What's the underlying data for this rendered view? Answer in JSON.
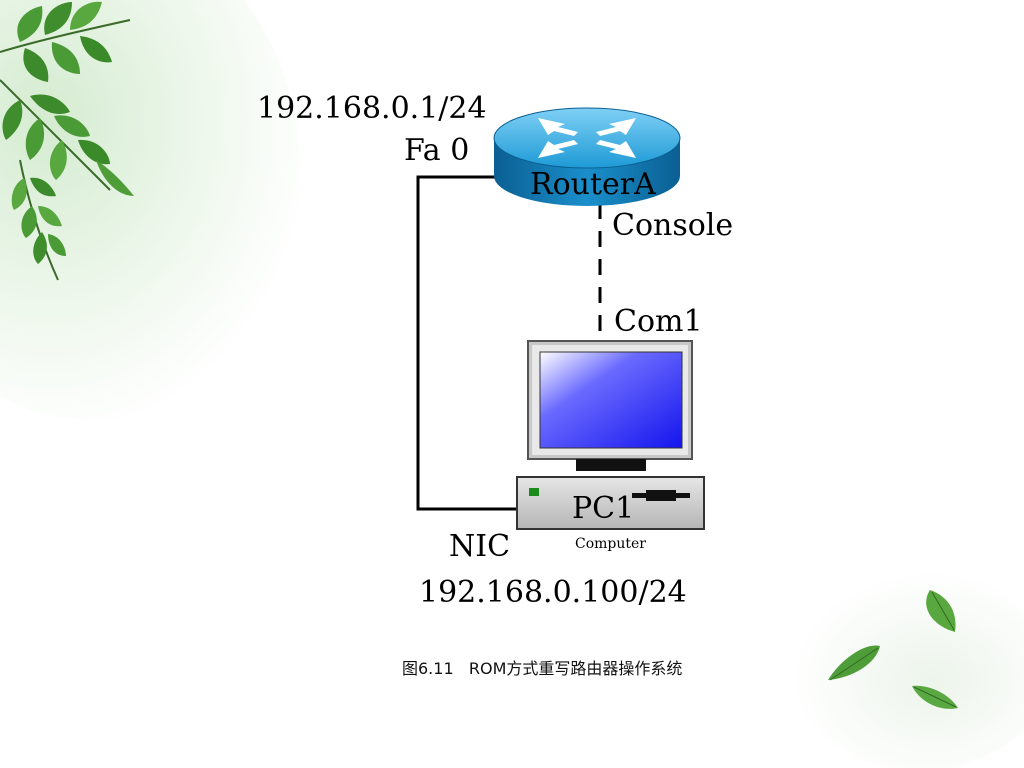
{
  "diagram": {
    "router": {
      "label": "RouterA",
      "interface": "Fa 0",
      "ip": "192.168.0.1/24",
      "console_label": "Console"
    },
    "pc": {
      "label": "PC1",
      "type_label": "Computer",
      "com_label": "Com1",
      "nic_label": "NIC",
      "ip": "192.168.0.100/24"
    },
    "links": [
      {
        "from": "RouterA Fa 0",
        "to": "PC1 NIC",
        "style": "solid"
      },
      {
        "from": "RouterA Console",
        "to": "PC1 Com1",
        "style": "dashed"
      }
    ],
    "caption": "图6.11   ROM方式重写路由器操作系统"
  },
  "colors": {
    "router_top": "#1e9ad6",
    "router_side": "#0f6ea8",
    "monitor_screen": "#1a1aff",
    "line": "#000000",
    "leaf_green": "#3d8f2e"
  }
}
